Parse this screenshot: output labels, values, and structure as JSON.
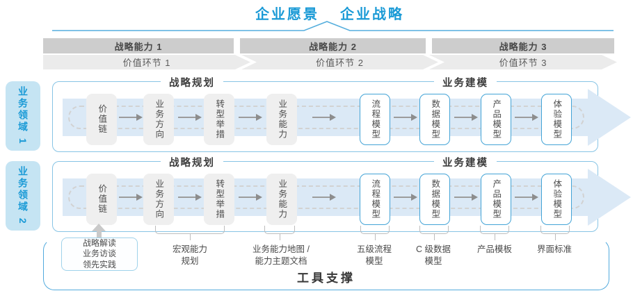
{
  "title": {
    "vision": "企业愿景",
    "strategy": "企业战略"
  },
  "capability_bar": {
    "items": [
      "战略能力 1",
      "战略能力 2",
      "战略能力 3"
    ]
  },
  "value_bar": {
    "items": [
      "价值环节 1",
      "价值环节 2",
      "价值环节 3"
    ]
  },
  "domains": [
    {
      "label": "业务领域 1",
      "sections": {
        "planning": "战略规划",
        "modeling": "业务建模"
      },
      "boxes": [
        {
          "label": "价值链"
        },
        {
          "label": "业务方向"
        },
        {
          "label": "转型举措"
        },
        {
          "label": "业务能力"
        },
        {
          "label": "流程模型"
        },
        {
          "label": "数据模型"
        },
        {
          "label": "产品模型"
        },
        {
          "label": "体验模型"
        }
      ]
    },
    {
      "label": "业务领域 2",
      "sections": {
        "planning": "战略规划",
        "modeling": "业务建模"
      },
      "boxes": [
        {
          "label": "价值链"
        },
        {
          "label": "业务方向"
        },
        {
          "label": "转型举措"
        },
        {
          "label": "业务能力"
        },
        {
          "label": "流程模型"
        },
        {
          "label": "数据模型"
        },
        {
          "label": "产品模型"
        },
        {
          "label": "体验模型"
        }
      ]
    }
  ],
  "annotations": {
    "practice_box": {
      "lines": [
        "战略解读",
        "业务访谈",
        "领先实践"
      ]
    },
    "notes": [
      {
        "lines": [
          "宏观能力",
          "规划"
        ]
      },
      {
        "lines": [
          "业务能力地图 /",
          "能力主题文档"
        ]
      },
      {
        "lines": [
          "五级流程",
          "模型"
        ]
      },
      {
        "lines": [
          "C 级数据",
          "模型"
        ]
      },
      {
        "lines": [
          "产品模板",
          ""
        ]
      },
      {
        "lines": [
          "界面标准",
          ""
        ]
      }
    ]
  },
  "footer": {
    "label": "工具支撑"
  },
  "colors": {
    "accent_blue": "#1a9ad6",
    "pointer_line": "#55aedd",
    "row_border": "#87c4e5",
    "model_box_border": "#43a3d6",
    "sidebar_fill": "#c5e4f3",
    "flow_arrow_fill": "#dbe9f6",
    "capability_bar_fill": "#cdcdcd",
    "value_bar_fill": "#ebebeb",
    "gray_box_fill": "#efefef",
    "toolbox_border": "#52aadd",
    "connector_gray": "#9c9c9c"
  }
}
